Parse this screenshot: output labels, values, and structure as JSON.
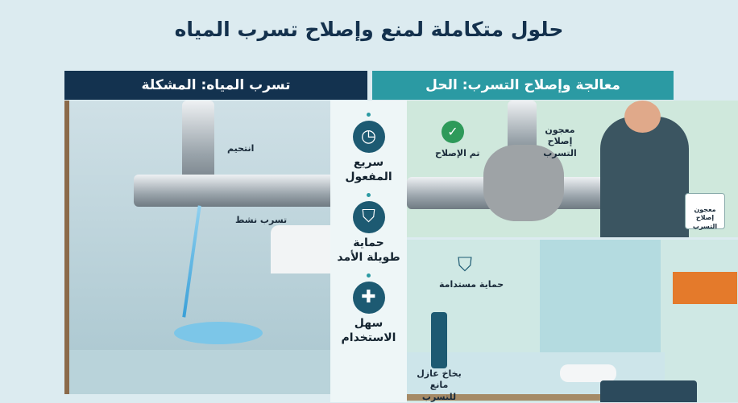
{
  "title": "حلول متكاملة لمنع وإصلاح تسرب المياه",
  "problem": {
    "header": "تسرب المياه: المشكلة",
    "labels": {
      "corrosion": "انتحيم",
      "active_leak": "تسرب نشط"
    }
  },
  "solution": {
    "header": "معالجة وإصلاح التسرب: الحل",
    "labels": {
      "repaired": "تم الإصلاح",
      "paste": "معجون إصلاح التسرب",
      "can": "معجون إصلاح التسرب",
      "sustainable": "حماية مستدامة",
      "spray": "بخاخ عازل مانع للتسرب"
    }
  },
  "features": [
    {
      "icon": "clock-icon",
      "line1": "سريع",
      "line2": "المفعول"
    },
    {
      "icon": "shield-icon",
      "line1": "حماية",
      "line2": "طويلة الأمد"
    },
    {
      "icon": "pipe-icon",
      "line1": "سهل",
      "line2": "الاستخدام"
    }
  ],
  "colors": {
    "navy": "#13324f",
    "teal": "#2b9aa3",
    "check": "#2e9a5a",
    "icon_bg": "#1d5a72"
  }
}
